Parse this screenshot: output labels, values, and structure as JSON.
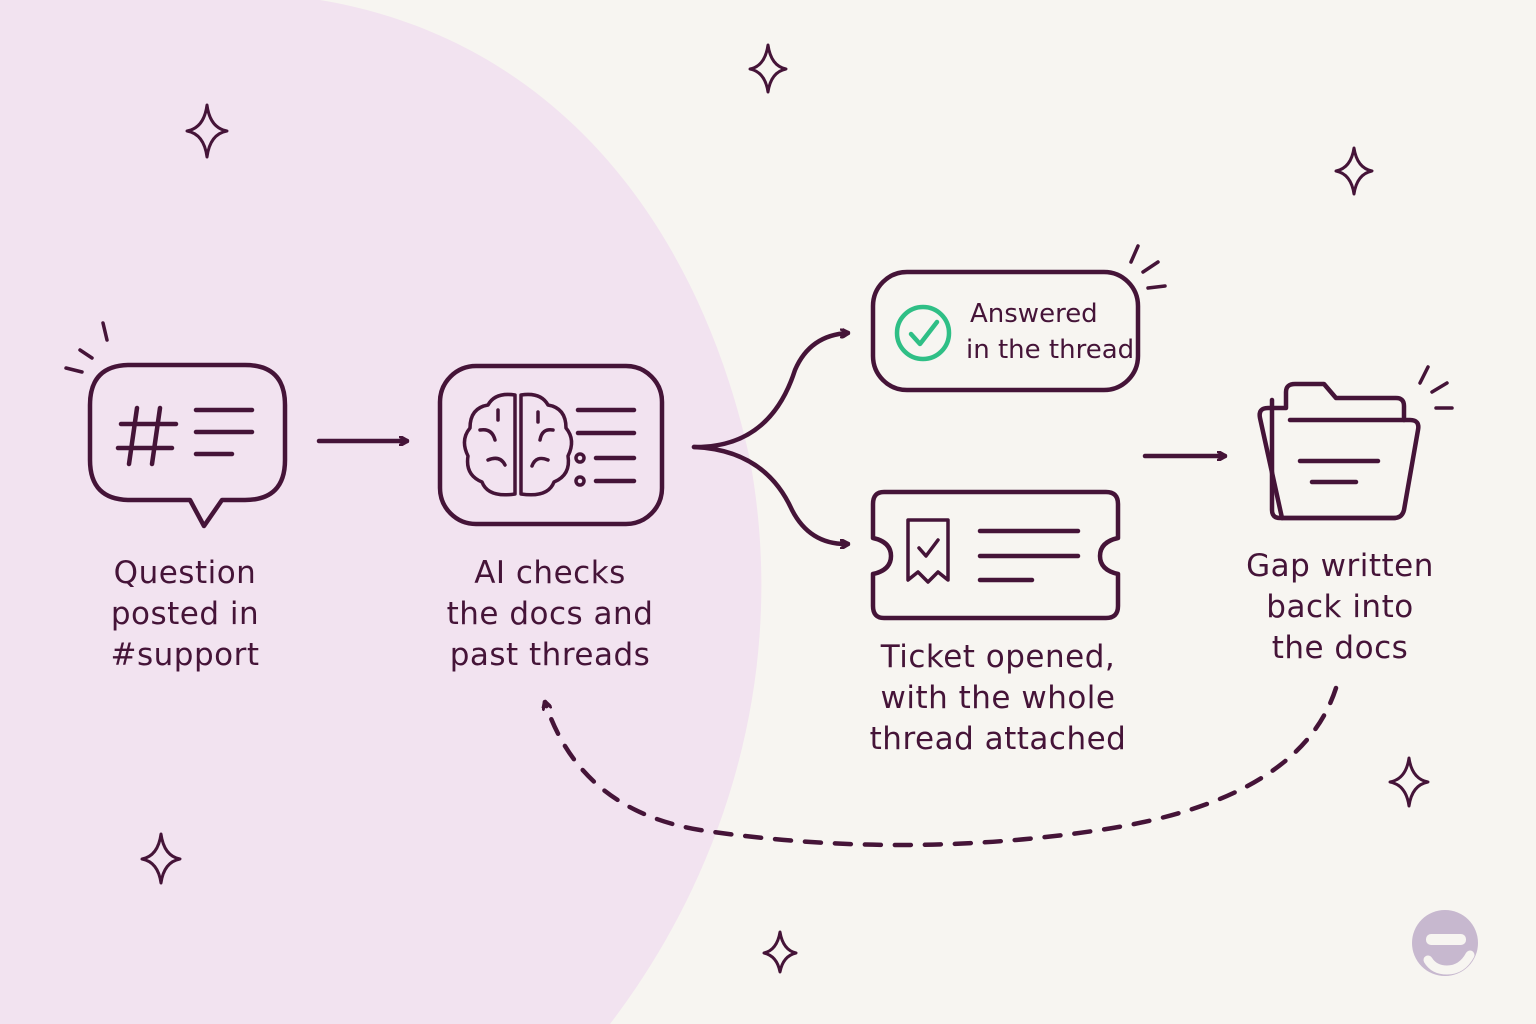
{
  "steps": {
    "question": {
      "lines": [
        "Question",
        "posted in",
        "#support"
      ]
    },
    "ai_check": {
      "lines": [
        "AI checks",
        "the docs and",
        "past threads"
      ]
    },
    "answered": {
      "lines": [
        "Answered",
        "in the thread"
      ]
    },
    "ticket": {
      "lines": [
        "Ticket opened,",
        "with the whole",
        "thread attached"
      ]
    },
    "gap": {
      "lines": [
        "Gap written",
        "back into",
        "the docs"
      ]
    }
  },
  "colors": {
    "background": "#f7f5f1",
    "blob": "#f2e3f0",
    "ink": "#451438",
    "check": "#2fbf86",
    "logo": "#c7b8cf"
  },
  "icons": {
    "question": "chat-bubble-hash-icon",
    "ai_check": "brain-list-icon",
    "answered": "check-circle-icon",
    "ticket": "ticket-icon",
    "gap": "folder-doc-icon",
    "logo": "e-logo-icon"
  }
}
